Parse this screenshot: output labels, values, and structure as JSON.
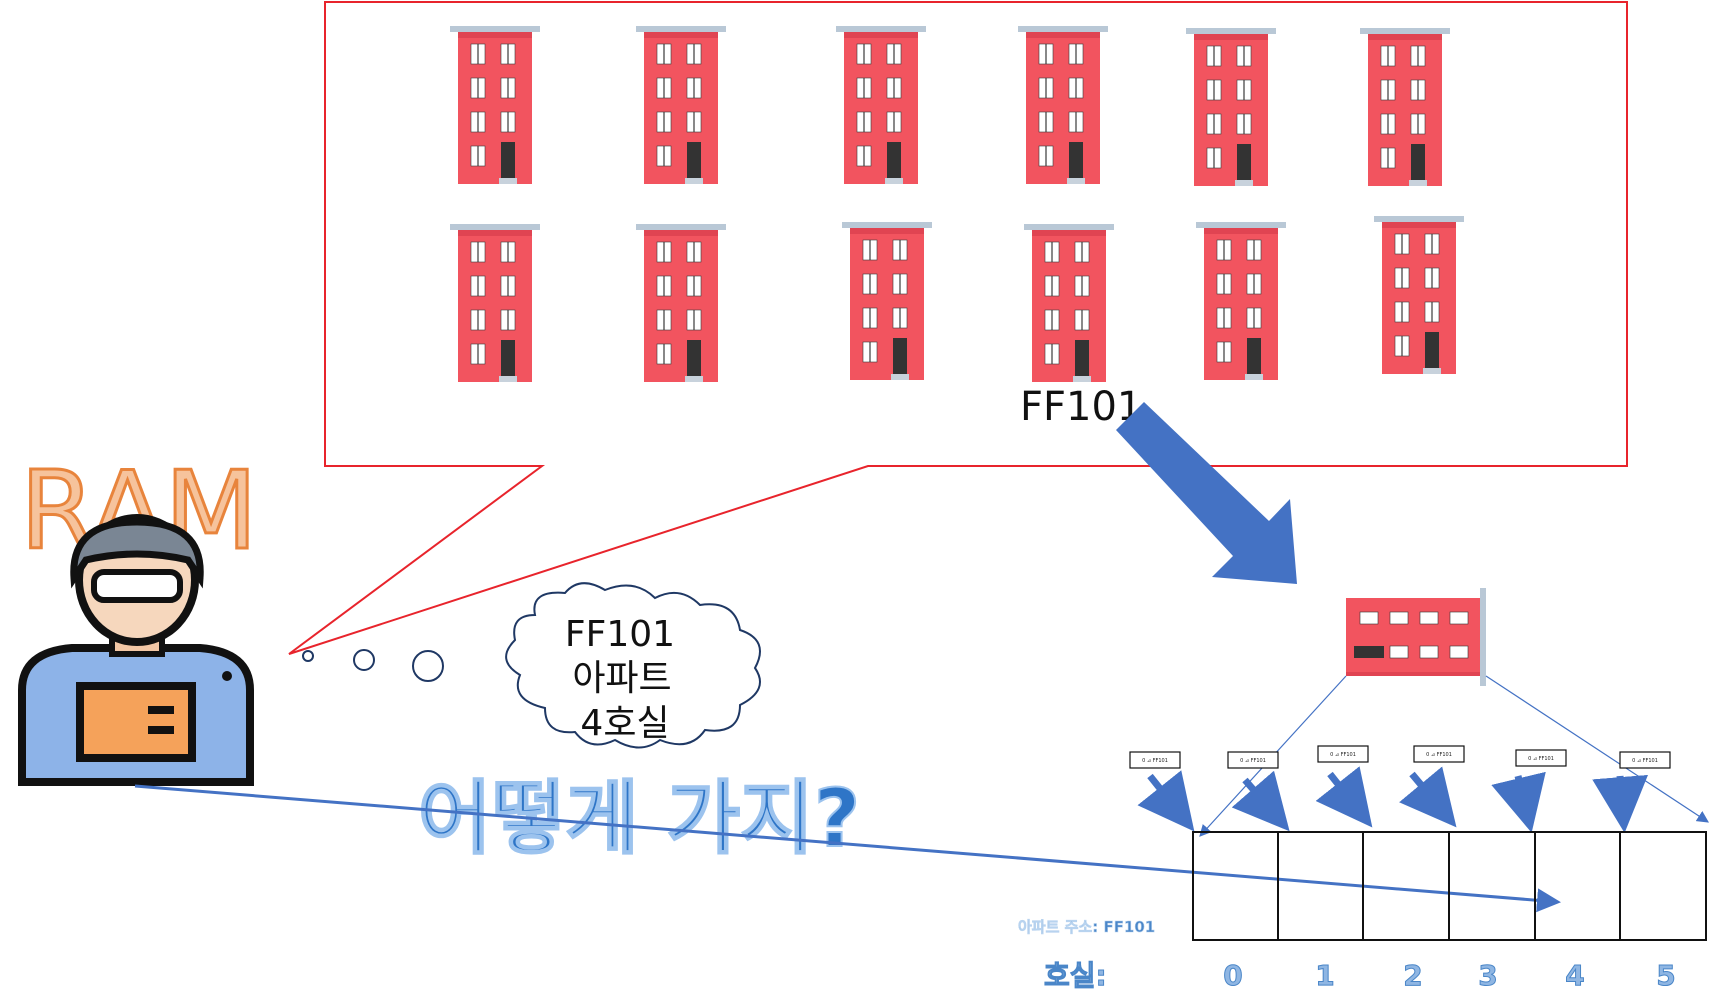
{
  "ram_label": "RAM",
  "building_address": "FF101",
  "thought": {
    "line1": "FF101",
    "line2": "아파트",
    "line3": "4호실"
  },
  "question": "어떻게 가지?",
  "apartment_address_label": "아파트 주소: FF101",
  "room_label": "호실:",
  "room_numbers": [
    "0",
    "1",
    "2",
    "3",
    "4",
    "5"
  ],
  "sticky_note_text": "0 ⊿ FF101",
  "colors": {
    "speech_border": "#e8242c",
    "arrow_blue": "#4472c4",
    "building_red": "#f2545f",
    "ram_text": "#f6c39c",
    "question_text": "#2e75c7"
  },
  "icons": [
    "building-icon",
    "delivery-person-icon",
    "thought-cloud-icon",
    "arrow-icon"
  ]
}
